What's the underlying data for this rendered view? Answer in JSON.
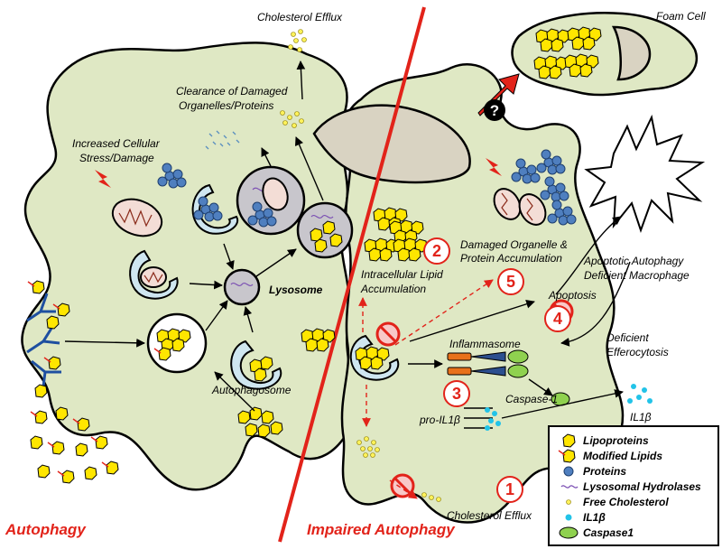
{
  "sections": {
    "left_title": "Autophagy",
    "right_title": "Impaired Autophagy"
  },
  "labels": {
    "cholesterol_efflux_top": "Cholesterol Efflux",
    "clearance_line1": "Clearance of Damaged",
    "clearance_line2": "Organelles/Proteins",
    "stress_line1": "Increased Cellular",
    "stress_line2": "Stress/Damage",
    "lysosome": "Lysosome",
    "autophagosome": "Autophagosome",
    "foam_cell": "Foam Cell",
    "damaged_line1": "Damaged Organelle &",
    "damaged_line2": "Protein Accumulation",
    "apoptotic_line1": "Apoptotic Autophagy",
    "apoptotic_line2": "Deficient Macrophage",
    "intracellular_line1": "Intracellular Lipid",
    "intracellular_line2": "Accumulation",
    "apoptosis": "Apoptosis",
    "inflammasome": "Inflammasome",
    "deficient_line1": "Deficient",
    "deficient_line2": "Efferocytosis",
    "caspase1": "Caspase-1",
    "pro_il1b": "pro-IL1β",
    "il1b": "IL1β",
    "cholesterol_efflux_bottom": "Cholesterol Efflux",
    "question_mark": "?"
  },
  "numbers": {
    "n1": "1",
    "n2": "2",
    "n3": "3",
    "n4": "4",
    "n5": "5"
  },
  "legend": {
    "items": [
      {
        "label": "Lipoproteins",
        "icon": "lipoprotein-icon"
      },
      {
        "label": "Modified Lipids",
        "icon": "modified-lipid-icon"
      },
      {
        "label": "Proteins",
        "icon": "protein-icon"
      },
      {
        "label": "Lysosomal Hydrolases",
        "icon": "hydrolase-icon"
      },
      {
        "label": "Free Cholesterol",
        "icon": "free-cholesterol-icon"
      },
      {
        "label": "IL1β",
        "icon": "il1b-icon"
      },
      {
        "label": "Caspase1",
        "icon": "caspase1-icon"
      }
    ]
  },
  "colors": {
    "cell_fill": "#dfe8c4",
    "accent_red": "#e2231a",
    "lipid_yellow": "#ffe600",
    "protein_blue": "#4f7fbf",
    "phagosome_blue": "#cfe6f0",
    "lysosome_grey": "#c8c6cc",
    "il1b_cyan": "#22c3e8",
    "caspase_green": "#8fd14f"
  }
}
